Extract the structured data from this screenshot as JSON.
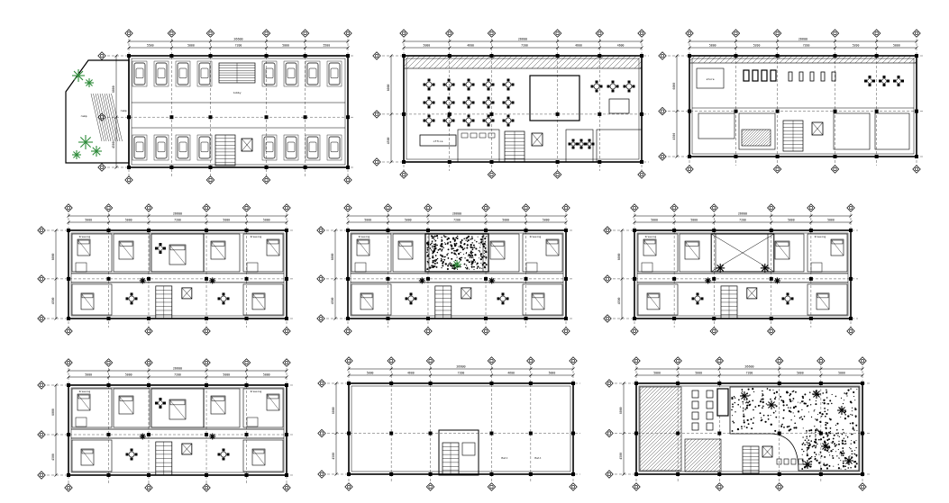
{
  "sheet": {
    "title": "",
    "background": "#ffffff",
    "ink": "#000000",
    "plant_green": "#2e8b3a"
  },
  "plans": [
    {
      "id": "parking-floor",
      "total_dim": "26600",
      "room_labels": [
        "ramp",
        "ramp",
        "lobby"
      ],
      "dims": [
        "5500",
        "5000",
        "7200",
        "5000",
        "5500"
      ]
    },
    {
      "id": "ground-floor-restaurant",
      "total_dim": "26600",
      "room_labels": [
        "office"
      ],
      "dims": [
        "5000",
        "4600",
        "7200",
        "4600",
        "4600"
      ]
    },
    {
      "id": "first-floor-hall",
      "total_dim": "26600",
      "room_labels": [
        "store"
      ],
      "dims": [
        "5800",
        "5200",
        "7200",
        "5200",
        "5000"
      ]
    },
    {
      "id": "typical-floor-a",
      "total_dim": "26600",
      "room_labels": [
        "Dressing",
        "Dressing"
      ],
      "dims": [
        "5000",
        "5000",
        "7200",
        "5000",
        "5000"
      ]
    },
    {
      "id": "typical-floor-b",
      "total_dim": "26600",
      "room_labels": [
        "Dressing",
        "Dressing"
      ],
      "dims": [
        "5000",
        "5000",
        "7200",
        "5000",
        "5000"
      ]
    },
    {
      "id": "typical-floor-c",
      "total_dim": "26600",
      "room_labels": [
        "Dressing",
        "Dressing"
      ],
      "dims": [
        "5000",
        "5000",
        "7200",
        "5000",
        "5000"
      ]
    },
    {
      "id": "typical-floor-d",
      "total_dim": "26600",
      "room_labels": [
        "Dressing",
        "Dressing"
      ],
      "dims": [
        "5000",
        "5000",
        "7200",
        "5000",
        "5000"
      ]
    },
    {
      "id": "open-floor",
      "total_dim": "26600",
      "room_labels": [
        "Hall",
        "Hall"
      ],
      "dims": [
        "5000",
        "4600",
        "7200",
        "4600",
        "5000"
      ]
    },
    {
      "id": "terrace-floor",
      "total_dim": "26600",
      "room_labels": [],
      "dims": [
        "5000",
        "5000",
        "7200",
        "5000",
        "5000"
      ]
    }
  ]
}
